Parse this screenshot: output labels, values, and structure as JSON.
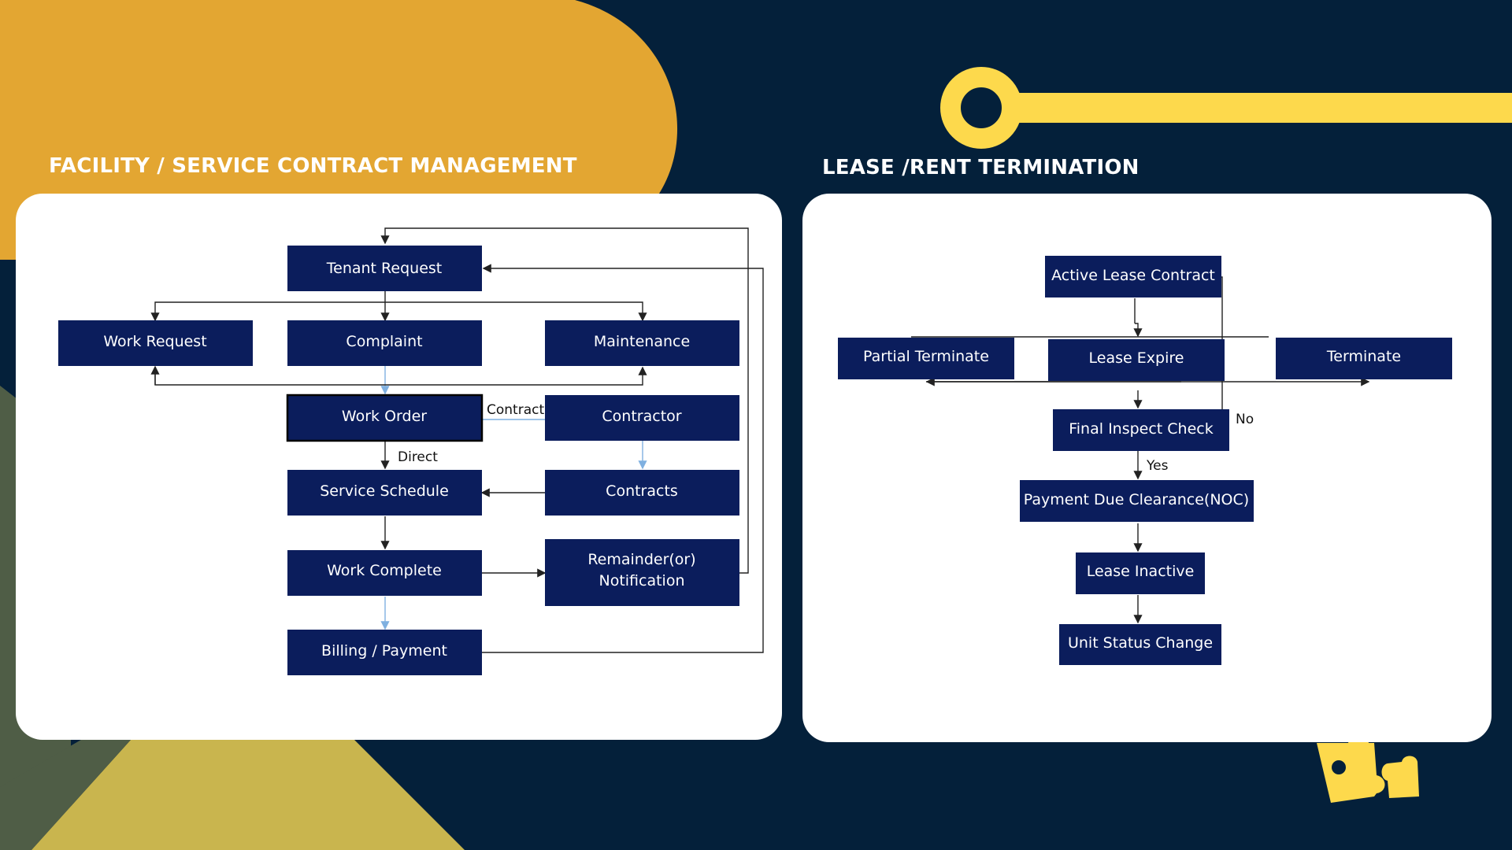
{
  "titles": {
    "left": "FACILITY / SERVICE CONTRACT MANAGEMENT",
    "right": "LEASE /RENT TERMINATION"
  },
  "colors": {
    "background": "#04203a",
    "orange": "#e3a632",
    "olive": "#c9b54e",
    "sage": "#4f5d46",
    "yellow_accent": "#fdd94c",
    "node_fill": "#0b1d5c",
    "panel": "#ffffff"
  },
  "facility_diagram": {
    "nodes": {
      "tenant_request": "Tenant Request",
      "work_request": "Work Request",
      "complaint": "Complaint",
      "maintenance": "Maintenance",
      "work_order": "Work Order",
      "contractor": "Contractor",
      "service_schedule": "Service Schedule",
      "contracts": "Contracts",
      "work_complete": "Work Complete",
      "reminder_line1": "Remainder(or)",
      "reminder_line2": "Notification",
      "billing_payment": "Billing / Payment"
    },
    "edge_labels": {
      "contract": "Contract",
      "direct": "Direct"
    }
  },
  "termination_diagram": {
    "nodes": {
      "active_lease_contract": "Active Lease Contract",
      "partial_terminate": "Partial Terminate",
      "lease_expire": "Lease Expire",
      "terminate": "Terminate",
      "final_inspect_check": "Final Inspect Check",
      "payment_due_clearance": "Payment Due Clearance(NOC)",
      "lease_inactive": "Lease Inactive",
      "unit_status_change": "Unit Status Change"
    },
    "edge_labels": {
      "no": "No",
      "yes": "Yes"
    }
  },
  "decor": {
    "puzzle_icon": "puzzle-pieces-icon",
    "ring_icon": "ring-line-icon"
  }
}
